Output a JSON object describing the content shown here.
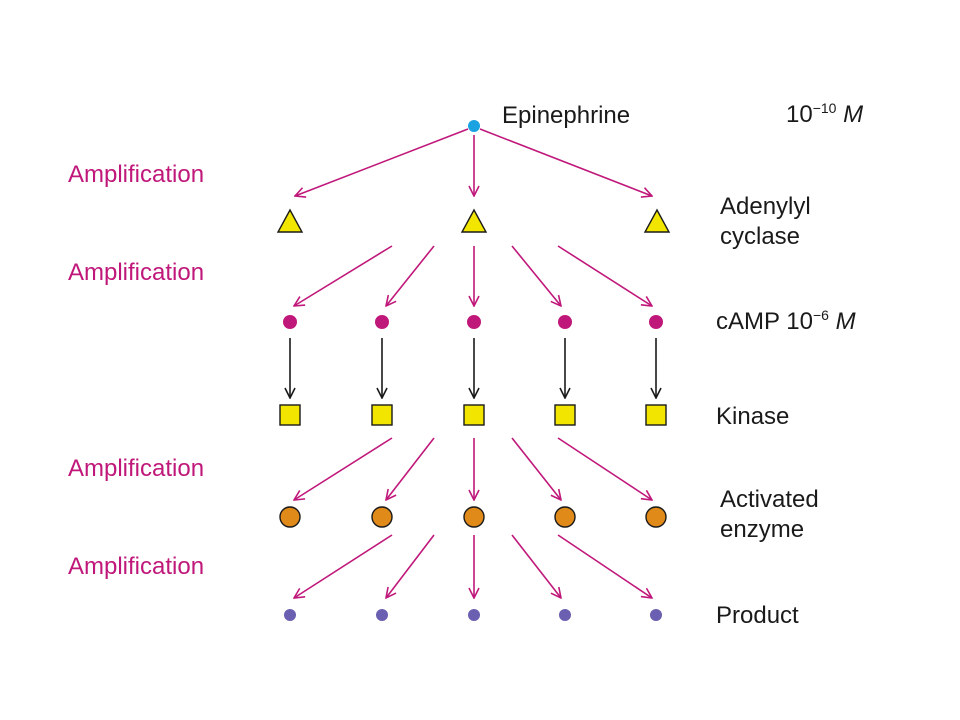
{
  "colors": {
    "amplification": "#c0187a",
    "epinephrine": "#1aa3e0",
    "adenylyl_cyclase": "#f2e600",
    "camp": "#c0187a",
    "kinase": "#f2e600",
    "activated_enzyme": "#e08a1a",
    "product": "#6a5fb0",
    "black_arrow": "#1a1a1a"
  },
  "amplification_labels": [
    "Amplification",
    "Amplification",
    "Amplification",
    "Amplification"
  ],
  "levels": {
    "epinephrine": {
      "label": "Epinephrine",
      "conc_base": "10",
      "conc_exp": "−10",
      "conc_unit": "M"
    },
    "adenylyl_cyclase": {
      "line1": "Adenylyl",
      "line2": "cyclase"
    },
    "camp": {
      "label": "cAMP",
      "conc_base": "10",
      "conc_exp": "−6",
      "conc_unit": "M"
    },
    "kinase": {
      "label": "Kinase"
    },
    "activated_enzyme": {
      "line1": "Activated",
      "line2": "enzyme"
    },
    "product": {
      "label": "Product"
    }
  }
}
